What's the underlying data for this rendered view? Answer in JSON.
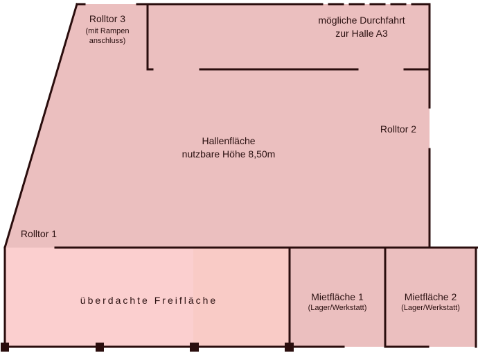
{
  "plan": {
    "hall": {
      "title": "Hallenfläche",
      "height_note": "nutzbare Höhe 8,50m"
    },
    "passage": {
      "line1": "mögliche Durchfahrt",
      "line2": "zur Halle A3"
    },
    "rolltor_3": {
      "title": "Rolltor 3",
      "note_line1": "(mit Rampen",
      "note_line2": "anschluss)"
    },
    "rolltor_2": {
      "title": "Rolltor 2"
    },
    "rolltor_1": {
      "title": "Rolltor 1"
    },
    "covered_area": {
      "title": "überdachte Freifläche"
    },
    "rental_1": {
      "title": "Mietfläche 1",
      "note": "(Lager/Werkstatt)"
    },
    "rental_2": {
      "title": "Mietfläche 2",
      "note": "(Lager/Werkstatt)"
    },
    "colors": {
      "hall_fill": "#ebbfbf",
      "covered_fill": "#fbcfcf",
      "covered_fill_right": "#f9cbc6",
      "wall": "#2a0d0d",
      "text": "#2a1010"
    }
  }
}
